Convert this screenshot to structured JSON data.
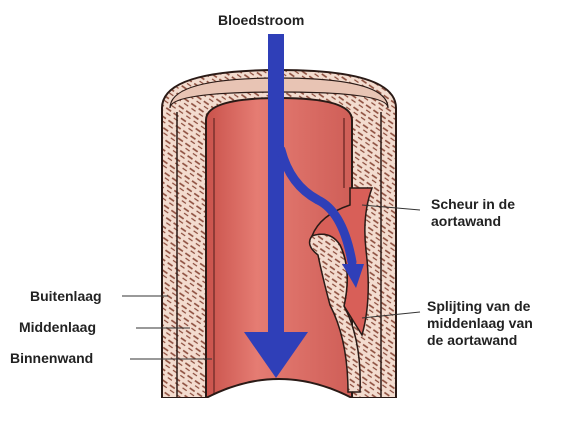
{
  "colors": {
    "lumen": "#e0716a",
    "lumen_dark": "#b8403b",
    "wall": "#f3dccf",
    "wall_hatch": "#8a4a3a",
    "outline": "#2a1a16",
    "arrow": "#2f3fb8"
  },
  "labels": {
    "blood_flow": "Bloedstroom",
    "tear": "Scheur in de\naortawand",
    "split": "Splijting van de\nmiddenlaag van\nde aortawand",
    "outer_layer": "Buitenlaag",
    "middle_layer": "Middenlaag",
    "inner_wall": "Binnenwand"
  }
}
